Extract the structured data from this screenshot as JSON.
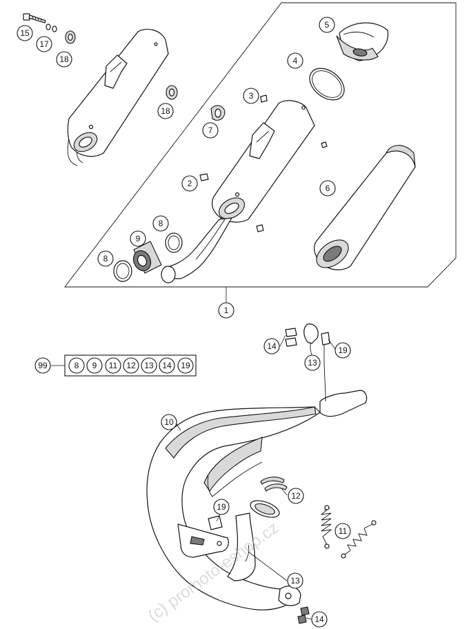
{
  "watermark": "(c) promoto-eshop.cz",
  "kit": {
    "number": "99",
    "contents": [
      "8",
      "9",
      "11",
      "12",
      "13",
      "14",
      "19"
    ]
  },
  "callouts": {
    "p15": "15",
    "p17": "17",
    "p18a": "18",
    "p18b": "18",
    "p5": "5",
    "p4": "4",
    "p3": "3",
    "p7": "7",
    "p2": "2",
    "p6": "6",
    "p8a": "8",
    "p9": "9",
    "p8b": "8",
    "p1": "1",
    "p14a": "14",
    "p19a": "19",
    "p13a": "13",
    "p10": "10",
    "p12": "12",
    "p19b": "19",
    "p11": "11",
    "p13b": "13",
    "p14b": "14"
  },
  "colors": {
    "line": "#111111",
    "shade": "#d9d9d9",
    "watermark": "#bdbdbd"
  }
}
